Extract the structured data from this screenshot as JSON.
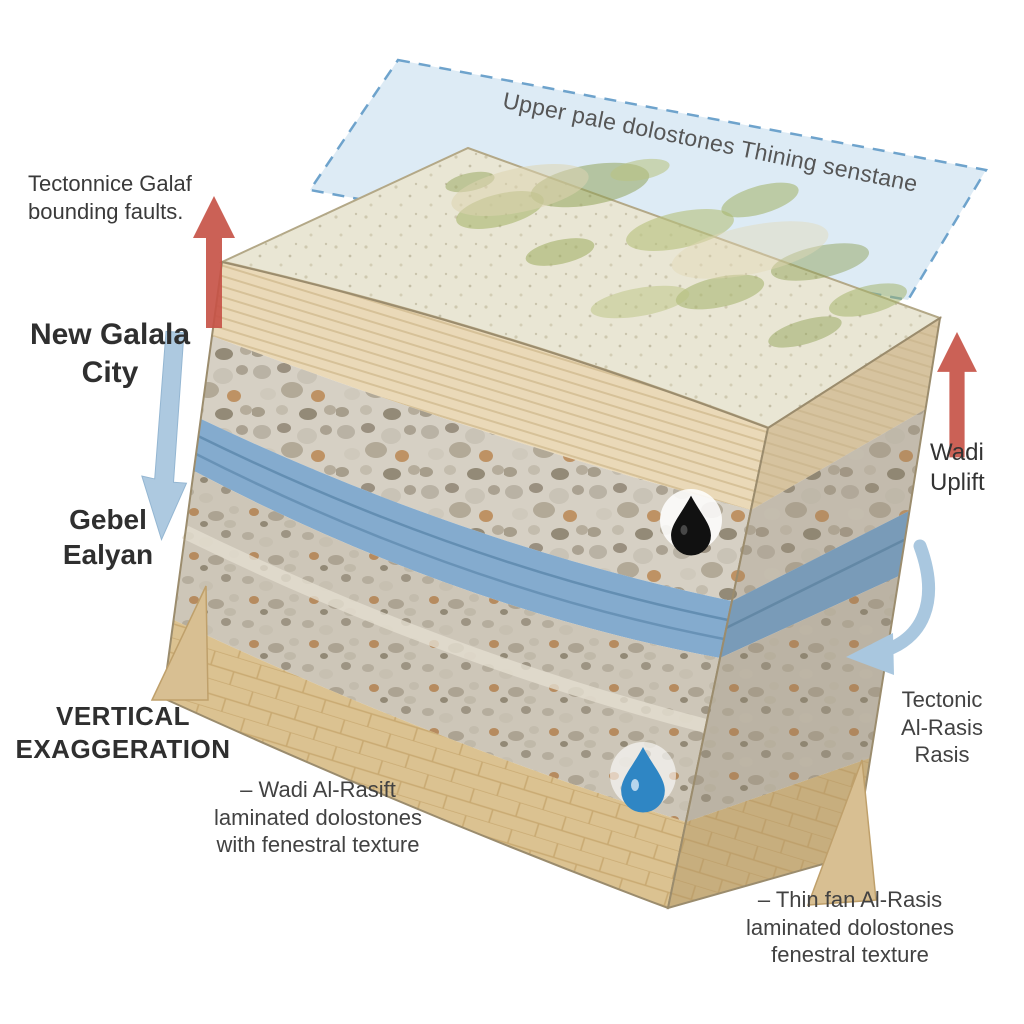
{
  "figure": {
    "type": "geological-block-diagram",
    "description": "Stratigraphic block model with uplift arrows, aquifer layer, oil and water droplets"
  },
  "labels": {
    "bounding_faults": {
      "line1": "Tectonnice Galaf",
      "line2": "bounding faults."
    },
    "new_galala_city": {
      "line1": "New Galala",
      "line2": "City"
    },
    "gebel_ealyan": {
      "line1": "Gebel",
      "line2": "Ealyan"
    },
    "vertical_exaggeration": {
      "line1": "VERTICAL",
      "line2": "EXAGGERATION"
    },
    "wadi_al_rasift": {
      "line1": "– Wadi Al-Rasift",
      "line2": "laminated dolostones",
      "line3": "with fenestral texture"
    },
    "upper_plane": {
      "line1": "Upper pale dolostones Thining senstane"
    },
    "wadi_uplift": {
      "line1": "Wadi",
      "line2": "Uplift"
    },
    "tectonic_al_rasis": {
      "line1": "Tectonic",
      "line2": "Al-Rasis",
      "line3": "Rasis"
    },
    "thin_fan_al_rasis": {
      "line1": "– Thin fan Al-Rasis",
      "line2": "laminated dolostones",
      "line3": "fenestral texture"
    }
  },
  "icons": {
    "left_red_arrow": "uplift-arrow",
    "left_blue_arrow": "subsidence-arrow",
    "right_red_arrow": "uplift-arrow",
    "right_blue_arrow": "curved-flow-arrow",
    "oil_drop": "oil-droplet",
    "water_drop": "water-droplet",
    "dashed_plane": "translucent-reference-plane"
  },
  "colors": {
    "background": "#ffffff",
    "sand": "#d8bf92",
    "cream_layer": "#ead9b8",
    "conglomerate": "#d6d0c4",
    "water_blue": "#84abce",
    "plane_blue": "#aecfe6",
    "terrain": "#e9e6d4",
    "uplift_arrow_red": "#c75448",
    "flow_arrow_blue": "#a9c7df",
    "oil_black": "#111111",
    "water_drop_blue": "#2f86c4",
    "text": "#3c3c3c"
  }
}
